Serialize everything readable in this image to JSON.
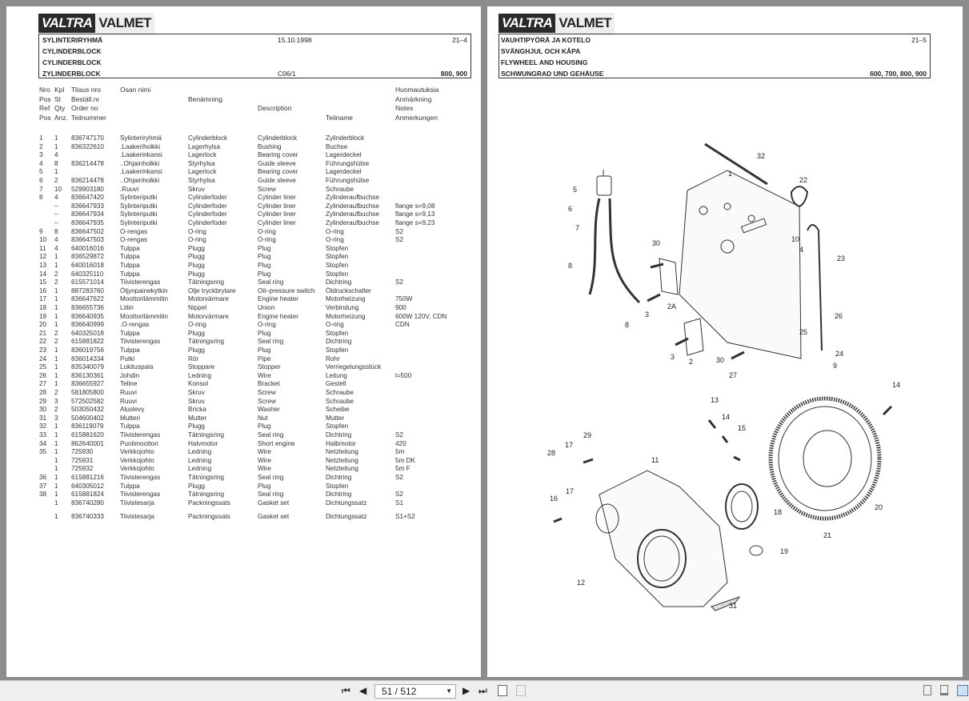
{
  "viewer": {
    "page_indicator": "51 / 512",
    "nav": {
      "first": "⏮",
      "prev": "◀",
      "next": "▶",
      "last": "⏭"
    }
  },
  "left_page": {
    "logo": {
      "a": "VALTRA",
      "b": "VALMET"
    },
    "header": {
      "lines": [
        "SYLINTERIRYHMÄ",
        "CYLINDERBLOCK",
        "CYLINDERBLOCK",
        "ZYLINDERBLOCK"
      ],
      "date": "15.10.1998",
      "page_no": "21–4",
      "code": "C06/1",
      "models": "800, 900"
    },
    "column_headers": {
      "fi": [
        "Nro",
        "Kpl",
        "Tilaus nro",
        "Osan nimi",
        "Huomautuksia"
      ],
      "sv": [
        "Pos",
        "St",
        "Beställ.nr",
        "Benämning",
        "Anmärkning"
      ],
      "en": [
        "Ref",
        "Qty",
        "Order no",
        "Description",
        "Notes"
      ],
      "de": [
        "Pos",
        "Anz.",
        "Teilnummer",
        "Teilname",
        "Anmerkungen"
      ]
    },
    "rows": [
      [
        "1",
        "1",
        "836747170",
        "Sylinteriryhmä",
        "Cylinderblock",
        "Cylinderblock",
        "Zylinderblock",
        ""
      ],
      [
        "2",
        "1",
        "836322610",
        ".Laakeriholkki",
        "Lagerhylsa",
        "Bushing",
        "Buchse",
        ""
      ],
      [
        "3",
        "4",
        "",
        ".Laakerinkansi",
        "Lagerlock",
        "Bearing cover",
        "Lagerdeckel",
        ""
      ],
      [
        "4",
        "8",
        "836214478",
        "..Ohjainholkki",
        "Styrhylsa",
        "Guide sleeve",
        "Führungshülse",
        ""
      ],
      [
        "5",
        "1",
        "",
        ".Laakerinkansi",
        "Lagerlock",
        "Bearing cover",
        "Lagerdeckel",
        ""
      ],
      [
        "6",
        "2",
        "836214478",
        "..Ohjainholkki",
        "Styrhylsa",
        "Guide sleeve",
        "Führungshülse",
        ""
      ],
      [
        "7",
        "10",
        "529903180",
        ".Ruuvi",
        "Skruv",
        "Screw",
        "Schraube",
        ""
      ],
      [
        "8",
        "4",
        "836647420",
        "Sylinteriputki",
        "Cylinderfoder",
        "Cylinder liner",
        "Zylinderaufbuchse",
        ""
      ],
      [
        "",
        "–",
        "836647933",
        "Sylinteriputki",
        "Cylinderfoder",
        "Cylinder liner",
        "Zylinderaufbuchse",
        "flange s=9,08"
      ],
      [
        "",
        "–",
        "836647934",
        "Sylinteriputki",
        "Cylinderfoder",
        "Cylinder liner",
        "Zylinderaufbuchse",
        "flange s=9,13"
      ],
      [
        "",
        "–",
        "836647935",
        "Sylinteriputki",
        "Cylinderfoder",
        "Cylinder liner",
        "Zylinderaufbuchse",
        "flange s=9,23"
      ],
      [
        "9",
        "8",
        "836647502",
        "O-rengas",
        "O-ring",
        "O-ring",
        "O-ring",
        "S2"
      ],
      [
        "10",
        "4",
        "836647503",
        "O-rengas",
        "O-ring",
        "O-ring",
        "O-ring",
        "S2"
      ],
      [
        "11",
        "4",
        "640016016",
        "Tulppa",
        "Plugg",
        "Plug",
        "Stopfen",
        ""
      ],
      [
        "12",
        "1",
        "836529872",
        "Tulppa",
        "Plugg",
        "Plug",
        "Stopfen",
        ""
      ],
      [
        "13",
        "1",
        "640016018",
        "Tulppa",
        "Plugg",
        "Plug",
        "Stopfen",
        ""
      ],
      [
        "14",
        "2",
        "640325110",
        "Tulppa",
        "Plugg",
        "Plug",
        "Stopfen",
        ""
      ],
      [
        "15",
        "2",
        "615571014",
        "Tiivisterengas",
        "Tätningsring",
        "Seal ring",
        "Dichtring",
        "S2"
      ],
      [
        "16",
        "1",
        "887283760",
        "Öljynpainekytkin",
        "Olje tryckbrytare",
        "Oil–pressure switch",
        "Öldruckschalter",
        ""
      ],
      [
        "17",
        "1",
        "836647622",
        "Moottorilämmitin",
        "Motorvärmare",
        "Engine heater",
        "Motorheizung",
        "750W"
      ],
      [
        "18",
        "1",
        "836655736",
        "Liitin",
        "Nippel",
        "Union",
        "Verbindung",
        "900"
      ],
      [
        "19",
        "1",
        "836640935",
        "Moottorilämmitin",
        "Motorvärmare",
        "Engine heater",
        "Motorheizung",
        "600W 120V,  CDN"
      ],
      [
        "20",
        "1",
        "836640999",
        ".O-rengas",
        "O-ring",
        "O-ring",
        "O-ring",
        "CDN"
      ],
      [
        "21",
        "2",
        "640325018",
        "Tulppa",
        "Plugg",
        "Plug",
        "Stopfen",
        ""
      ],
      [
        "22",
        "2",
        "615881822",
        "Tiivisterengas",
        "Tätningsring",
        "Seal ring",
        "Dichtring",
        ""
      ],
      [
        "23",
        "1",
        "836019756",
        "Tulppa",
        "Plugg",
        "Plug",
        "Stopfen",
        ""
      ],
      [
        "24",
        "1",
        "836014334",
        "Putki",
        "Rör",
        "Pipe",
        "Rohr",
        ""
      ],
      [
        "25",
        "1",
        "835340079",
        "Lukituspala",
        "Stoppare",
        "Stopper",
        "Verriegelungsstück",
        ""
      ],
      [
        "26",
        "1",
        "836130361",
        "Johdin",
        "Ledning",
        "Wire",
        "Leitung",
        "l=500"
      ],
      [
        "27",
        "1",
        "836655927",
        "Teline",
        "Konsol",
        "Bracket",
        "Gestell",
        ""
      ],
      [
        "28",
        "2",
        "581805800",
        "Ruuvi",
        "Skruv",
        "Screw",
        "Schraube",
        ""
      ],
      [
        "29",
        "3",
        "572502582",
        "Ruuvi",
        "Skruv",
        "Screw",
        "Schraube",
        ""
      ],
      [
        "30",
        "2",
        "503050432",
        "Aluslevy",
        "Bricka",
        "Washer",
        "Scheibe",
        ""
      ],
      [
        "31",
        "3",
        "504600402",
        "Mutteri",
        "Mutter",
        "Nut",
        "Mutter",
        ""
      ],
      [
        "32",
        "1",
        "836119079",
        "Tulppa",
        "Plugg",
        "Plug",
        "Stopfen",
        ""
      ],
      [
        "33",
        "1",
        "615881620",
        "Tiivisterengas",
        "Tätningsring",
        "Seal ring",
        "Dichtring",
        "S2"
      ],
      [
        "34",
        "1",
        "862640001",
        "Puolimoottori",
        "Halvmotor",
        "Short engine",
        "Halbmotor",
        "420"
      ],
      [
        "35",
        "1",
        "725930",
        "Verkkojohto",
        "Ledning",
        "Wire",
        "Netzleitung",
        "5m"
      ],
      [
        "",
        "1",
        "725931",
        "Verkkojohto",
        "Ledning",
        "Wire",
        "Netzleitung",
        "5m  DK"
      ],
      [
        "",
        "1",
        "725932",
        "Verkkojohto",
        "Ledning",
        "Wire",
        "Netzleitung",
        "5m  F"
      ],
      [
        "36",
        "1",
        "615881216",
        "Tiivisterengas",
        "Tätningsring",
        "Seal ring",
        "Dichtring",
        "S2"
      ],
      [
        "37",
        "1",
        "640305012",
        "Tulppa",
        "Plugg",
        "Plug",
        "Stopfen",
        ""
      ],
      [
        "38",
        "1",
        "615881824",
        "Tiivisterengas",
        "Tätningsring",
        "Seal ring",
        "Dichtring",
        "S2"
      ],
      [
        "",
        "1",
        "836740280",
        "Tiivistesarja",
        "Packningssats",
        "Gasket set",
        "Dichtungssatz",
        "S1"
      ],
      [
        "",
        "1",
        "836740333",
        "Tiivistesarja",
        "Packningssats",
        "Gasket set",
        "Dichtungssatz",
        "S1+S2"
      ]
    ]
  },
  "right_page": {
    "logo": {
      "a": "VALTRA",
      "b": "VALMET"
    },
    "header": {
      "lines": [
        "VAUHTIPYÖRÄ JA KOTELO",
        "SVÄNGHJUL OCH KÅPA",
        "FLYWHEEL AND HOUSING",
        "SCHWUNGRAD UND GEHÄUSE"
      ],
      "page_no": "21–5",
      "models": "600, 700, 800, 900"
    },
    "callouts": [
      "32",
      "1",
      "22",
      "5",
      "6",
      "7",
      "10",
      "30",
      "4",
      "23",
      "8",
      "3",
      "2A",
      "26",
      "8",
      "25",
      "3",
      "2",
      "30",
      "24",
      "9",
      "27",
      "13",
      "14",
      "14",
      "15",
      "29",
      "17",
      "28",
      "11",
      "20",
      "17",
      "16",
      "18",
      "21",
      "19",
      "12",
      "31"
    ]
  }
}
